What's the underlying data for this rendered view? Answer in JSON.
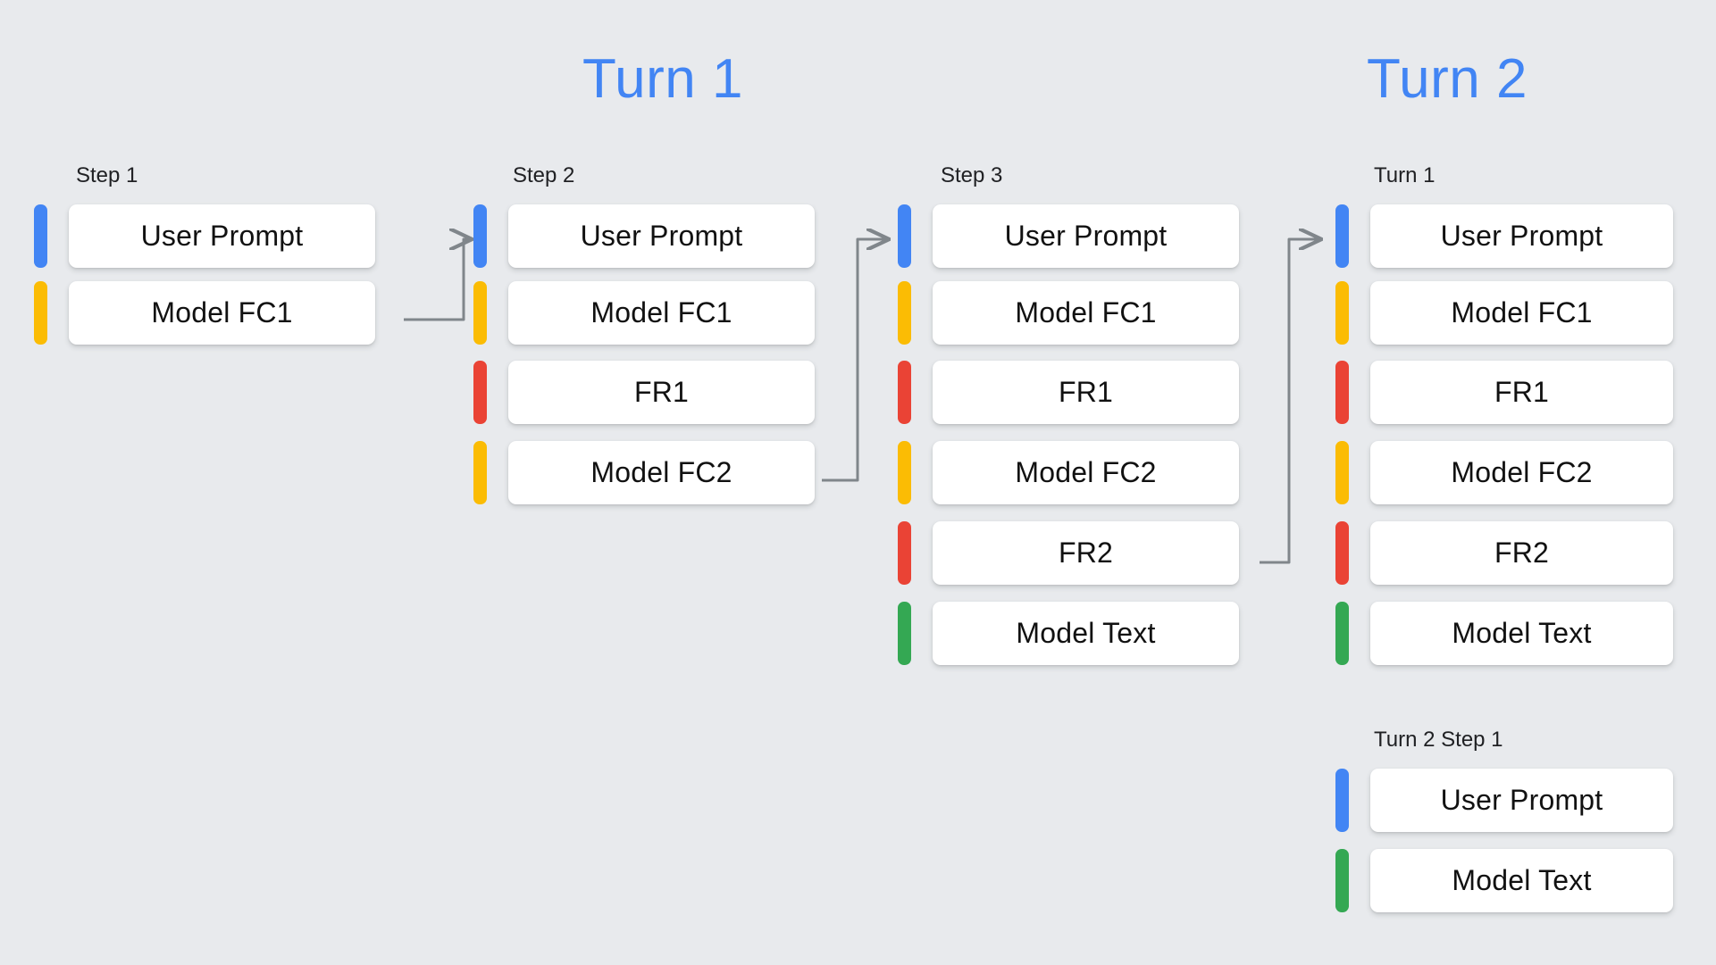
{
  "background_color": "#e8eaed",
  "headers": [
    {
      "id": "turn-1",
      "label": "Turn 1"
    },
    {
      "id": "turn-2",
      "label": "Turn 2"
    }
  ],
  "palette": {
    "blue": "#4285f4",
    "yellow": "#fbbc04",
    "red": "#ea4335",
    "green": "#34a853",
    "card": "#ffffff",
    "text": "#111111",
    "connector": "#80868b"
  },
  "columns": [
    {
      "id": "step-1",
      "label": "Step 1",
      "rows": [
        {
          "label": "User Prompt",
          "color": "blue"
        },
        {
          "label": "Model FC1",
          "color": "yellow"
        }
      ]
    },
    {
      "id": "step-2",
      "label": "Step 2",
      "rows": [
        {
          "label": "User Prompt",
          "color": "blue"
        },
        {
          "label": "Model FC1",
          "color": "yellow"
        },
        {
          "label": "FR1",
          "color": "red"
        },
        {
          "label": "Model FC2",
          "color": "yellow"
        }
      ]
    },
    {
      "id": "step-3",
      "label": "Step 3",
      "rows": [
        {
          "label": "User Prompt",
          "color": "blue"
        },
        {
          "label": "Model FC1",
          "color": "yellow"
        },
        {
          "label": "FR1",
          "color": "red"
        },
        {
          "label": "Model FC2",
          "color": "yellow"
        },
        {
          "label": "FR2",
          "color": "red"
        },
        {
          "label": "Model Text",
          "color": "green"
        }
      ]
    },
    {
      "id": "turn-1-summary",
      "label": "Turn 1",
      "rows": [
        {
          "label": "User Prompt",
          "color": "blue"
        },
        {
          "label": "Model FC1",
          "color": "yellow"
        },
        {
          "label": "FR1",
          "color": "red"
        },
        {
          "label": "Model FC2",
          "color": "yellow"
        },
        {
          "label": "FR2",
          "color": "red"
        },
        {
          "label": "Model Text",
          "color": "green"
        }
      ]
    },
    {
      "id": "turn-2-step-1",
      "label": "Turn 2 Step 1",
      "rows": [
        {
          "label": "User Prompt",
          "color": "blue"
        },
        {
          "label": "Model Text",
          "color": "green"
        }
      ]
    }
  ],
  "connectors": [
    {
      "id": "step1-to-step2",
      "from": "Model FC1 (Step 1)",
      "to": "User Prompt (Step 2)"
    },
    {
      "id": "step2-to-step3",
      "from": "Model FC2 (Step 2)",
      "to": "User Prompt (Step 3)"
    },
    {
      "id": "step3-to-turn1",
      "from": "FR2 (Step 3)",
      "to": "User Prompt (Turn 1)"
    }
  ]
}
